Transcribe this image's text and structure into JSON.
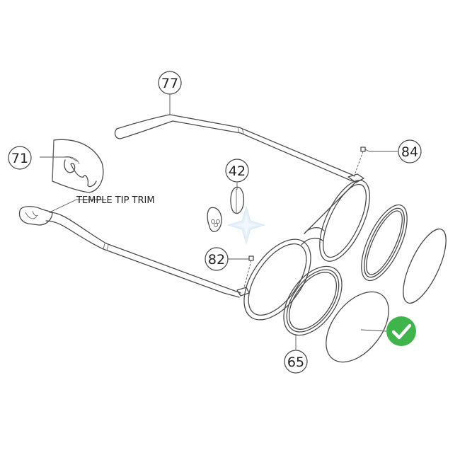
{
  "callouts": {
    "temple_arm": "77",
    "logo_insert": "71",
    "nose_pads": "42",
    "hinge_screw_right": "84",
    "hinge_screw_left": "82",
    "lens": "65"
  },
  "labels": {
    "temple_tip_trim": "TEMPLE TIP TRIM"
  },
  "colors": {
    "line": "#4a4a4a",
    "check_badge": "#3fb44a",
    "watermark": "#b9d9f0"
  },
  "icons": {
    "selected_badge": "check-circle-icon",
    "watermark": "star-watermark-icon"
  }
}
